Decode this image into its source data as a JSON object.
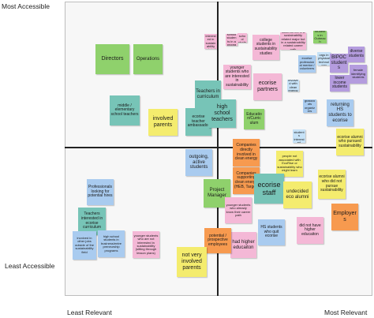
{
  "labels": {
    "top_left": "Most Accessible",
    "bottom_left": "Least Accessible",
    "bottom_left_x": "Least Relevant",
    "bottom_right_x": "Most Relevant"
  },
  "notes": {
    "directors": "Directors",
    "operations": "Operations",
    "middle_school": "middle / elementary school teachers",
    "involved_parents": "involved parents",
    "teachers_curriculum": "Teachers in curriculum",
    "ecorise_ambassador": "ecorise teacher ambassador",
    "high_school_teachers": "high school teachers",
    "edu_curriculum": "Educatio n/Curric ulum",
    "tiny_1": "students interested in sustainability related courses",
    "tiny_2": "high school students in a program",
    "tiny_3": "middle school students",
    "college_students": "college students in sustainability studies",
    "students_career": "students not in a sustainability related major but in a sustainability related career path",
    "ecorise_volunteers": "ecorise professional mentor / volunteers",
    "student_orgs": "student orgs in physical technology",
    "younger_interested": "younger students who are interested in sustainability",
    "ecorise_partners": "ecorise partners",
    "tiny_directly": "directly involved with clean energy jobs",
    "bipoc_students": "BIPOC students",
    "lower_income": "lower income students",
    "diverse_students": "diverse students",
    "female_students": "female identifying students",
    "outreach": "Students in Outreach",
    "returning_hs": "returning HS students to ecorise",
    "grassroots": "grassroots organiz ers",
    "tiny_hs": "HS students interested",
    "ecorise_alumni_pursued": "ecorise alumni who pursued sustainability",
    "outgoing_students": "outgoing, active students",
    "companies_involved": "Companies directly involved in clean energy",
    "people_associated": "people not associated with EcoRise or sustainability who might learn",
    "companies_supporting": "Companies supporting clean energy (HEB, Target)",
    "ecorise_staff": "ecorise staff",
    "undecided_alumni": "undecided eco alumni",
    "alumni_not_pursue": "ecorise alumni who did not pursue sustainability",
    "employers": "Employers",
    "project_manager": "Project Manager",
    "younger_already": "younger students who already know their career path",
    "hs_quit": "HS students who quit ecorise",
    "not_higher_edu": "did not have higher educaiton",
    "had_higher_edu": "had higher educaiton",
    "potential_employees": "potential / prospective employees",
    "not_very_involved": "not very involved parents",
    "professionals": "Professionals looking for potential hires",
    "teachers_interested": "Teachers interested in ecorise curriculum",
    "hs_business": "high school students in business/entre preneurship programs",
    "younger_not_interested": "younger students who are not interested in sustainability (sitting through lesson plans)",
    "involved_outside": "involved in other jobs outside of the sustainability field"
  }
}
